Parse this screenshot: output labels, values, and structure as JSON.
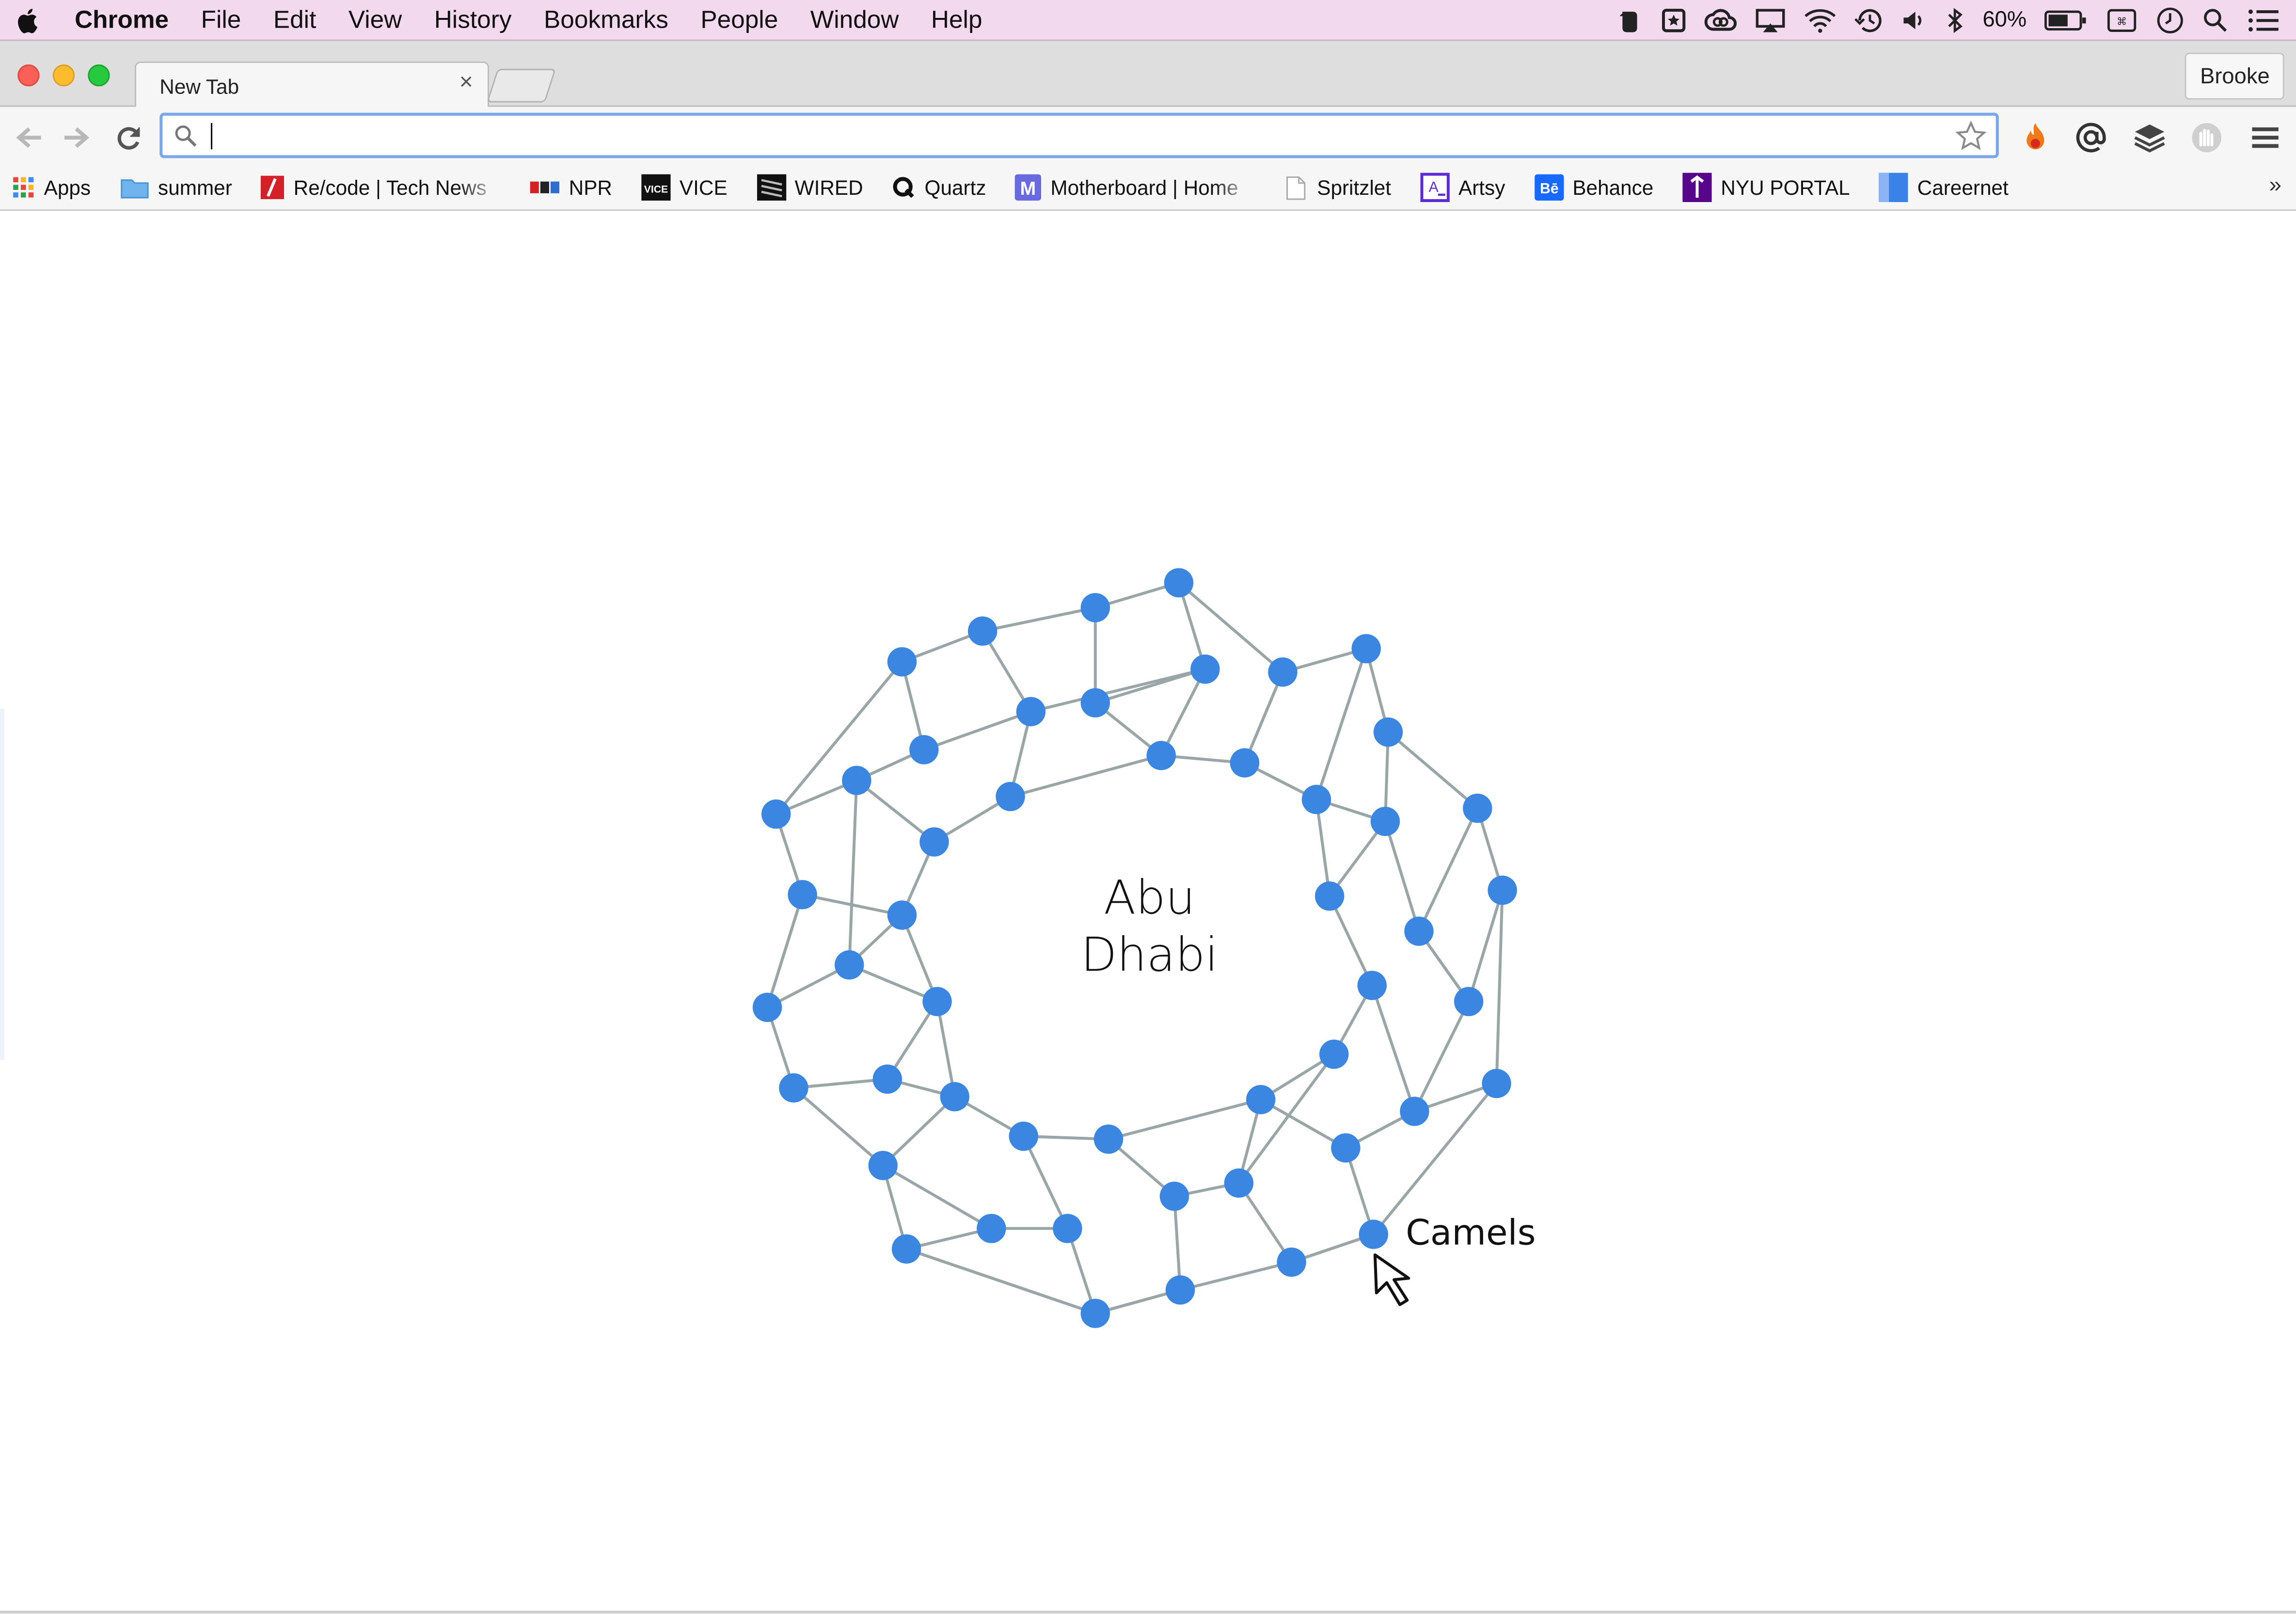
{
  "menubar": {
    "app_name": "Chrome",
    "items": [
      "File",
      "Edit",
      "View",
      "History",
      "Bookmarks",
      "People",
      "Window",
      "Help"
    ],
    "battery_percent": "60%"
  },
  "tabs": [
    {
      "title": "New Tab",
      "close_glyph": "×"
    }
  ],
  "profile_name": "Brooke",
  "omnibox": {
    "value": "",
    "placeholder": ""
  },
  "bookmarks": [
    {
      "label": "Apps",
      "icon": "apps-grid-icon"
    },
    {
      "label": "summer",
      "icon": "folder-icon"
    },
    {
      "label": "Re/code | Tech News",
      "icon": "recode-icon"
    },
    {
      "label": "NPR",
      "icon": "npr-icon"
    },
    {
      "label": "VICE",
      "icon": "vice-icon"
    },
    {
      "label": "WIRED",
      "icon": "wired-icon"
    },
    {
      "label": "Quartz",
      "icon": "quartz-icon"
    },
    {
      "label": "Motherboard | Home",
      "icon": "motherboard-icon"
    },
    {
      "label": "Spritzlet",
      "icon": "page-icon"
    },
    {
      "label": "Artsy",
      "icon": "artsy-icon"
    },
    {
      "label": "Behance",
      "icon": "behance-icon"
    },
    {
      "label": "NYU PORTAL",
      "icon": "nyu-icon"
    },
    {
      "label": "Careernet",
      "icon": "careernet-icon"
    }
  ],
  "bookmarks_overflow": "»",
  "page": {
    "center_label": [
      "Abu",
      "Dhabi"
    ],
    "hover_label": "Camels"
  },
  "colors": {
    "node": "#3a86e0",
    "edge": "#9aa5a8",
    "menubar": "#f3d9ee",
    "omnibox_focus": "#7aa7e8"
  }
}
